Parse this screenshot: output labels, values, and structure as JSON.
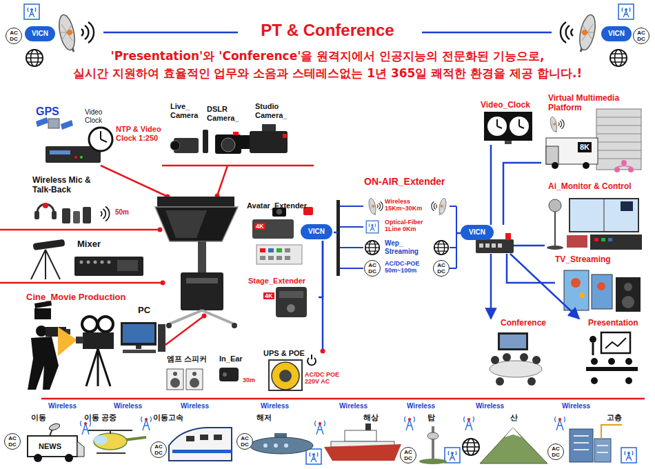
{
  "diagram": {
    "title": "PT & Conference",
    "nodes": [
      {
        "text": [
          "GPS",
          "Video Clock",
          "NTP & Video Clock 1:250"
        ]
      },
      {
        "text": [
          "Live_ Camera",
          "DSLR Camera_",
          "Studio Camera_"
        ]
      },
      {
        "text": [
          "Wireless Mic & Talk-Back",
          "50m"
        ]
      },
      {
        "text": [
          "Mixer"
        ]
      },
      {
        "text": [
          "Cine_Movie Production"
        ]
      },
      {
        "text": [
          "PC"
        ]
      },
      {
        "text": [
          "Avatar_Extender"
        ]
      },
      {
        "text": [
          "VICN"
        ]
      },
      {
        "text": [
          "Stage_Extender"
        ]
      },
      {
        "text": [
          "UPS & POE",
          "AC/DC POE 220V AC"
        ]
      },
      {
        "text": [
          "ON-AIR_Extender"
        ]
      },
      {
        "text": [
          "Wireless 15Km~30Km"
        ],
        "in": 10
      },
      {
        "text": [
          "Optical-Fiber 1Line 0Km"
        ],
        "in": 10
      },
      {
        "text": [
          "Wep_ Streaming"
        ],
        "in": 10
      },
      {
        "text": [
          "AC/DC-POE 50m~100m"
        ],
        "in": 10
      },
      {
        "text": [
          "VICN"
        ]
      },
      {
        "text": [
          "Video_Clock"
        ]
      },
      {
        "text": [
          "Virtual Multimedia Platform"
        ]
      },
      {
        "text": [
          "Ai_Monitor & Control"
        ]
      },
      {
        "text": [
          "TV_Streaming"
        ]
      },
      {
        "text": [
          "Conference"
        ]
      },
      {
        "text": [
          "Presentation"
        ]
      }
    ],
    "edges": [
      {
        "from": 7,
        "to": 10,
        "arrow": "none"
      },
      {
        "from": 8,
        "to": 7,
        "arrow": "none"
      },
      {
        "from": 9,
        "to": 7,
        "arrow": "none"
      },
      {
        "from": 10,
        "to": 15,
        "arrow": "none"
      },
      {
        "from": 15,
        "to": 16,
        "arrow": "none"
      },
      {
        "from": 15,
        "to": 17,
        "arrow": "none"
      },
      {
        "from": 15,
        "to": 18,
        "arrow": "none"
      },
      {
        "from": 15,
        "to": 19,
        "arrow": "none"
      },
      {
        "from": 15,
        "to": 20,
        "arrow": "to"
      },
      {
        "from": 15,
        "to": 21,
        "arrow": "to"
      }
    ],
    "labels": [
      "'Presentation'와 'Conference'을 원격지에서 인공지능의 전문화된 기능으로,",
      "실시간 지원하여 효율적인 업무와 소음과 스테레스없는 1년 365일 쾌적한 환경을 제공 합니다.!",
      "AC DC",
      "VICN",
      "AC DC",
      "VICN",
      "4K",
      "4K",
      "엠프 스피커",
      "In_Ear",
      "30m",
      "AC DC",
      "AC DC",
      "NEWS",
      "8K",
      "Wireless",
      "Wireless",
      "Wireless",
      "Wireless",
      "Wireless",
      "Wireless",
      "Wireless",
      "Wireless",
      "이동",
      "이동 공중",
      "이동고속",
      "해저",
      "해상",
      "탑",
      "산",
      "고층",
      "AC DC",
      "AC DC",
      "AC DC",
      "AC DC",
      "AC DC"
    ]
  }
}
